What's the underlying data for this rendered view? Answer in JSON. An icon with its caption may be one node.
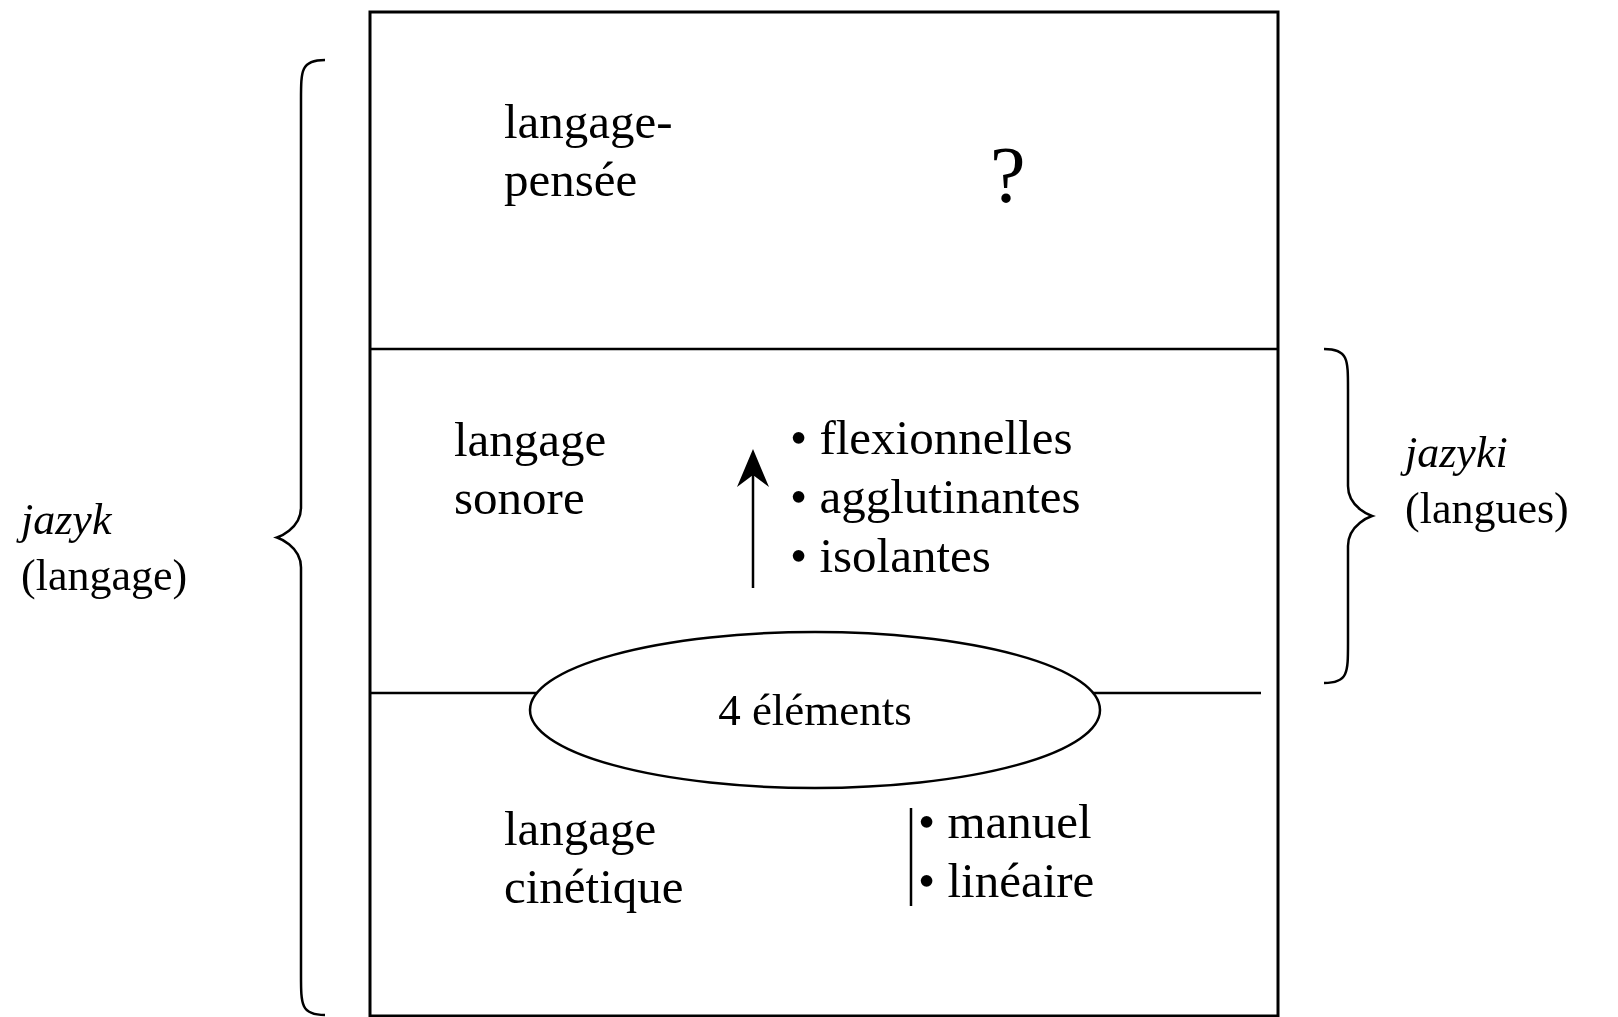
{
  "diagram": {
    "nodes": [
      {
        "text": [
          "langage-pensée",
          "?"
        ]
      },
      {
        "text": [
          "langage sonore",
          "• flexionnelles",
          "• agglutinantes",
          "• isolantes"
        ]
      },
      {
        "text": [
          "langage cinétique",
          "• manuel",
          "• linéaire"
        ]
      },
      {
        "text": [
          "4 éléments"
        ]
      }
    ],
    "labels": [
      "*jazyk* (langage)",
      "*jazyki* (langues)"
    ]
  }
}
